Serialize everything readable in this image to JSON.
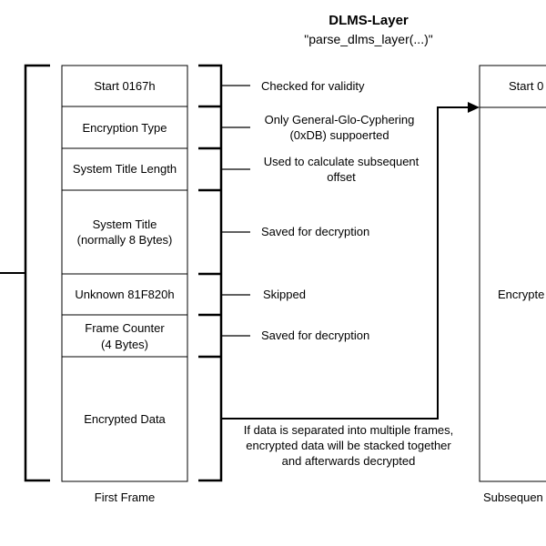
{
  "header": {
    "title": "DLMS-Layer",
    "subtitle": "\"parse_dlms_layer(...)\""
  },
  "first_frame": {
    "caption": "First Frame",
    "fields": [
      {
        "lines": [
          "Start 0167h"
        ]
      },
      {
        "lines": [
          "Encryption Type"
        ]
      },
      {
        "lines": [
          "System Title Length"
        ]
      },
      {
        "lines": [
          "System Title",
          "(normally 8 Bytes)"
        ]
      },
      {
        "lines": [
          "Unknown 81F820h"
        ]
      },
      {
        "lines": [
          "Frame Counter",
          "(4 Bytes)"
        ]
      },
      {
        "lines": [
          "Encrypted Data"
        ]
      }
    ]
  },
  "annotations": [
    {
      "lines": [
        "Checked for validity"
      ]
    },
    {
      "lines": [
        "Only General-Glo-Cyphering",
        "(0xDB) suppoerted"
      ]
    },
    {
      "lines": [
        "Used to calculate subsequent",
        "offset"
      ]
    },
    {
      "lines": [
        "Saved for decryption"
      ]
    },
    {
      "lines": [
        "Skipped"
      ]
    },
    {
      "lines": [
        "Saved for decryption"
      ]
    }
  ],
  "stacking_note": {
    "lines": [
      "If data is separated into multiple frames,",
      "encrypted data will be stacked together",
      "and afterwards decrypted"
    ]
  },
  "subsequent_frame": {
    "caption": "Subsequen",
    "fields": [
      {
        "lines": [
          "Start 0"
        ]
      },
      {
        "lines": [
          "Encrypte"
        ]
      }
    ]
  }
}
